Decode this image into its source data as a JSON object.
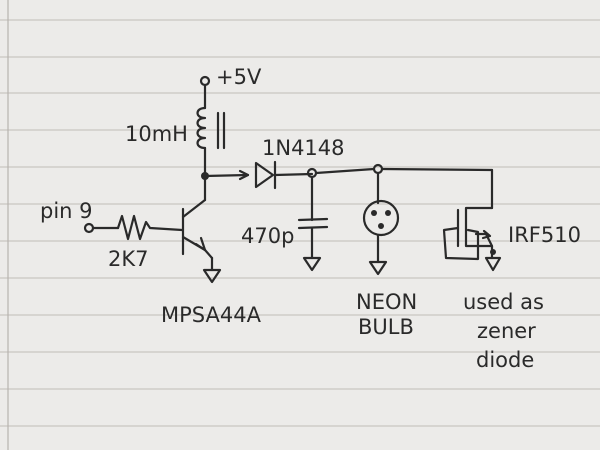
{
  "labels": {
    "supply": "+5V",
    "inductor": "10mH",
    "diode": "1N4148",
    "input_pin": "pin 9",
    "resistor": "2K7",
    "capacitor": "470p",
    "mosfet": "IRF510",
    "transistor": "MPSA44A",
    "neon_line1": "NEON",
    "neon_line2": "BULB",
    "note_line1": "used as",
    "note_line2": "zener",
    "note_line3": "diode"
  },
  "colors": {
    "paper": "#ecebe9",
    "ink": "#2a2a2a",
    "rule": "#c9c6c2"
  }
}
